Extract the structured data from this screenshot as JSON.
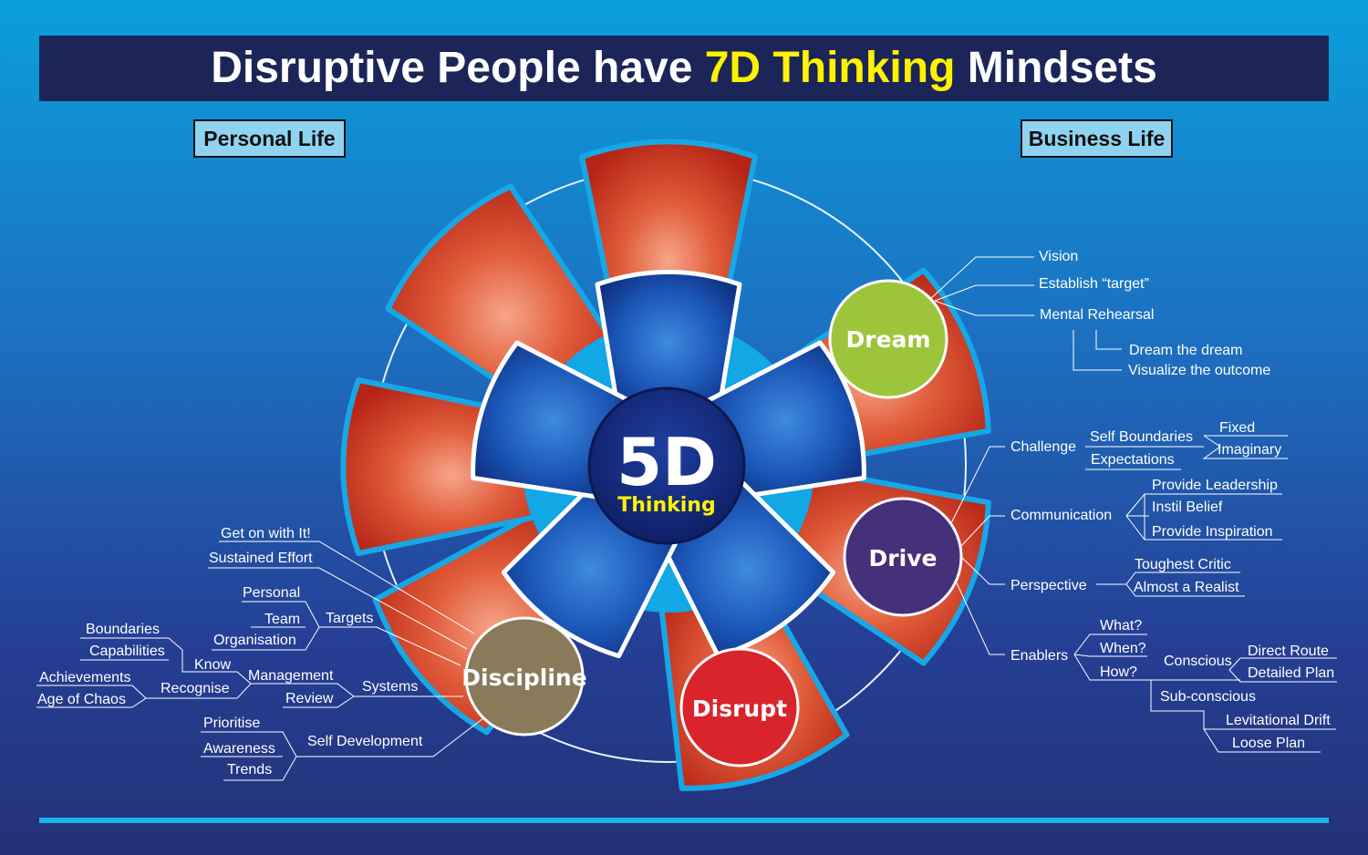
{
  "title": {
    "prefix": "Disruptive People have ",
    "highlight": "7D Thinking",
    "suffix": " Mindsets"
  },
  "tags": {
    "personal": "Personal Life",
    "business": "Business Life"
  },
  "center": {
    "main": "5D",
    "sub": "Thinking"
  },
  "circles": {
    "dream": "Dream",
    "drive": "Drive",
    "disrupt": "Disrupt",
    "discipline": "Discipline"
  },
  "dream": {
    "vision": "Vision",
    "target": "Establish “target”",
    "rehearsal": "Mental Rehearsal",
    "dream_the_dream": "Dream the dream",
    "visualize": "Visualize the outcome"
  },
  "drive": {
    "challenge": "Challenge",
    "self_boundaries": "Self Boundaries",
    "expectations": "Expectations",
    "fixed": "Fixed",
    "imaginary": "Imaginary",
    "communication": "Communication",
    "provide_leadership": "Provide Leadership",
    "instil_belief": "Instil Belief",
    "provide_inspiration": "Provide Inspiration",
    "perspective": "Perspective",
    "toughest_critic": "Toughest Critic",
    "almost_realist": "Almost a Realist",
    "enablers": "Enablers",
    "what": "What?",
    "when": "When?",
    "how": "How?",
    "conscious": "Conscious",
    "direct_route": "Direct Route",
    "detailed_plan": "Detailed Plan",
    "subconscious": "Sub-conscious",
    "levitational_drift": "Levitational Drift",
    "loose_plan": "Loose Plan"
  },
  "discipline": {
    "get_on": "Get on with It!",
    "sustained": "Sustained Effort",
    "personal": "Personal",
    "team": "Team",
    "organisation": "Organisation",
    "targets": "Targets",
    "boundaries": "Boundaries",
    "capabilities": "Capabilities",
    "know": "Know",
    "achievements": "Achievements",
    "age_of_chaos": "Age of Chaos",
    "recognise": "Recognise",
    "management": "Management",
    "review": "Review",
    "systems": "Systems",
    "prioritise": "Prioritise",
    "awareness": "Awareness",
    "trends": "Trends",
    "self_development": "Self Development"
  },
  "colors": {
    "title_bar": "#1c2557",
    "highlight": "#fff200",
    "tag_bg": "#8fd3f1",
    "petal_red": "#cf3a22",
    "petal_outline": "#17a7e6",
    "inner_blue": "#1c57b8",
    "dream": "#9dc53b",
    "drive": "#46307a",
    "disrupt": "#d9242c",
    "discipline": "#897a5a"
  }
}
